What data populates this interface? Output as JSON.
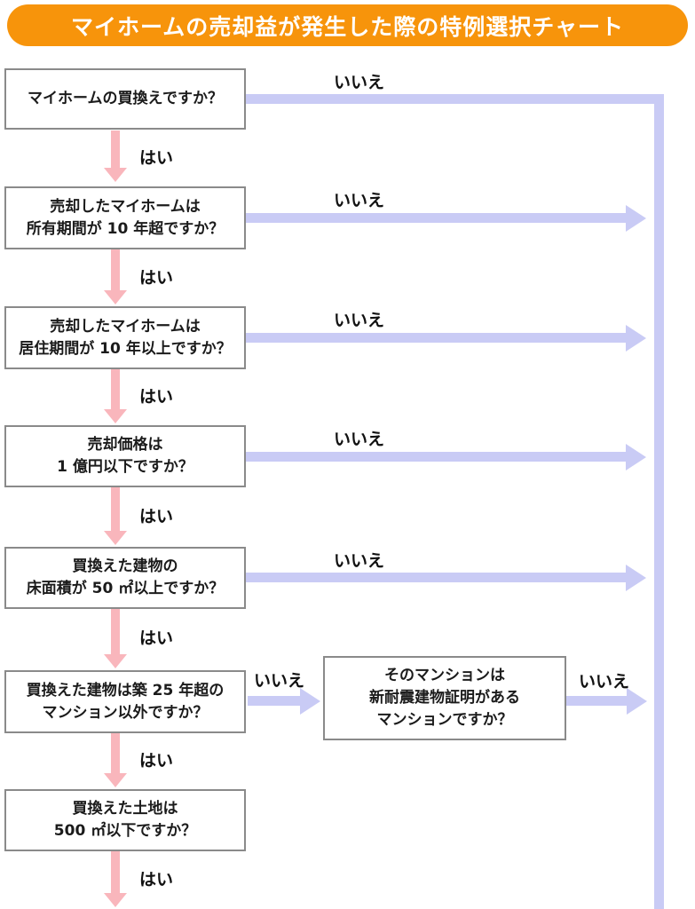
{
  "title": "マイホームの売却益が発生した際の特例選択チャート",
  "labels": {
    "yes": "はい",
    "no": "いいえ"
  },
  "colors": {
    "banner_bg": "#f7940b",
    "banner_text": "#ffffff",
    "yes_arrow": "#f9b6bc",
    "no_arrow": "#c9cbf5",
    "box_border": "#8a8a8a",
    "box_text": "#1b1b1b"
  },
  "nodes": {
    "q1": {
      "lines": [
        "マイホームの買換えですか？"
      ]
    },
    "q2": {
      "lines": [
        "売却したマイホームは",
        "所有期間が 10 年超ですか？"
      ]
    },
    "q3": {
      "lines": [
        "売却したマイホームは",
        "居住期間が 10 年以上ですか？"
      ]
    },
    "q4": {
      "lines": [
        "売却価格は",
        "1 億円以下ですか？"
      ]
    },
    "q5": {
      "lines": [
        "買換えた建物の",
        "床面積が 50 ㎡以上ですか？"
      ]
    },
    "q6": {
      "lines": [
        "買換えた建物は築 25 年超の",
        "マンション以外ですか？"
      ]
    },
    "q6b": {
      "lines": [
        "そのマンションは",
        "新耐震建物証明がある",
        "マンションですか？"
      ]
    },
    "q7": {
      "lines": [
        "買換えた土地は",
        "500 ㎡以下ですか？"
      ]
    }
  },
  "flow": {
    "q1": {
      "yes": "q2",
      "no": "right-collector-line"
    },
    "q2": {
      "yes": "q3",
      "no": "right-collector-line"
    },
    "q3": {
      "yes": "q4",
      "no": "right-collector-line"
    },
    "q4": {
      "yes": "q5",
      "no": "right-collector-line"
    },
    "q5": {
      "yes": "q6",
      "no": "right-collector-line"
    },
    "q6": {
      "yes": "q7",
      "no": "q6b"
    },
    "q6b": {
      "no": "right-collector-line"
    },
    "q7": {
      "yes": "continues-below"
    }
  }
}
